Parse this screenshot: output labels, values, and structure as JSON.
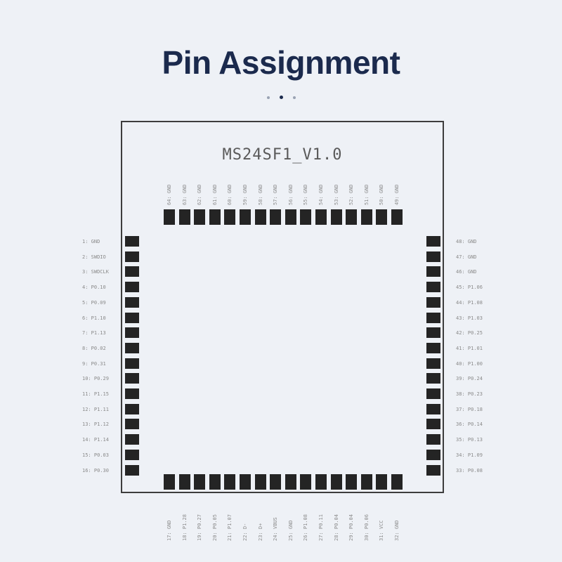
{
  "title": "Pin Assignment",
  "model": "MS24SF1_V1.0",
  "left_pins": [
    "1: GND",
    "2: SWDIO",
    "3: SWDCLK",
    "4: P0.10",
    "5: P0.09",
    "6: P1.10",
    "7: P1.13",
    "8: P0.02",
    "9: P0.31",
    "10: P0.29",
    "11: P1.15",
    "12: P1.11",
    "13: P1.12",
    "14: P1.14",
    "15: P0.03",
    "16: P0.30"
  ],
  "right_pins": [
    "48: GND",
    "47: GND",
    "46: GND",
    "45: P1.06",
    "44: P1.08",
    "43: P1.03",
    "42: P0.25",
    "41: P1.01",
    "40: P1.00",
    "39: P0.24",
    "38: P0.23",
    "37: P0.18",
    "36: P0.14",
    "35: P0.13",
    "34: P1.09",
    "33: P0.08"
  ],
  "top_pins": [
    "64: GND",
    "63: GND",
    "62: GND",
    "61: GND",
    "60: GND",
    "59: GND",
    "58: GND",
    "57: GND",
    "56: GND",
    "55: GND",
    "54: GND",
    "53: GND",
    "52: GND",
    "51: GND",
    "50: GND",
    "49: GND"
  ],
  "bottom_pins": [
    "17: GND",
    "18: P1.28",
    "19: P0.27",
    "20: P0.05",
    "21: P1.07",
    "22: D-",
    "23: D+",
    "24: VBUS",
    "25: GND",
    "26: P1.08",
    "27: P0.11",
    "28: P0.04",
    "29: P0.04",
    "30: P0.06",
    "31: VCC",
    "32: GND"
  ],
  "colors": {
    "title": "#1b2a4d",
    "pad": "#242424",
    "background": "#eef1f6"
  }
}
